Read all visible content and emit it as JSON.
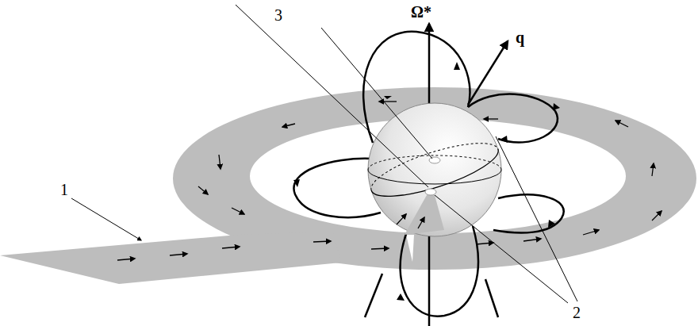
{
  "diagram": {
    "labels": [
      "3",
      "Ω*",
      "q",
      "1",
      "2"
    ]
  }
}
